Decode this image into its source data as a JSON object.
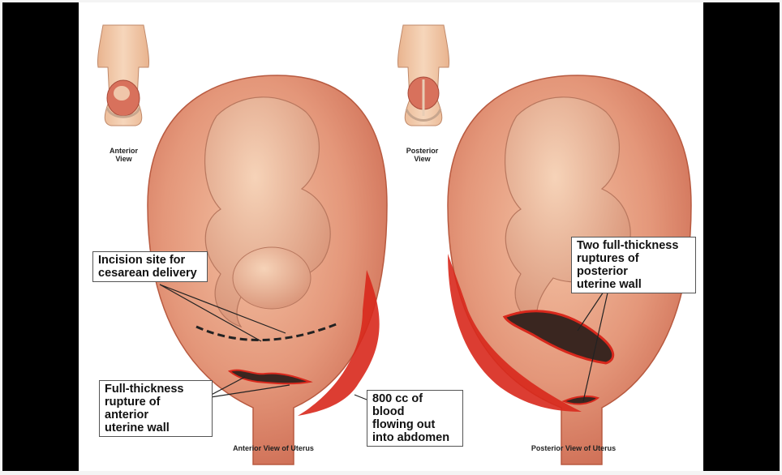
{
  "figure": {
    "inset_anterior_label": "Anterior\nView",
    "inset_posterior_label": "Posterior\nView",
    "anterior_caption": "Anterior View of Uterus",
    "posterior_caption": "Posterior View of Uterus"
  },
  "callouts": {
    "incision": "Incision site for\ncesarean delivery",
    "anterior_rupture": "Full-thickness\nrupture of anterior\nuterine wall",
    "blood": "800 cc of blood\nflowing out\ninto abdomen",
    "posterior_ruptures": "Two full-thickness\nruptures of posterior\nuterine wall"
  },
  "colors": {
    "background": "#f4f4f4",
    "frame": "#000000",
    "uterus": "#e39478",
    "skin": "#f1c7a4",
    "blood": "#d8281c"
  }
}
